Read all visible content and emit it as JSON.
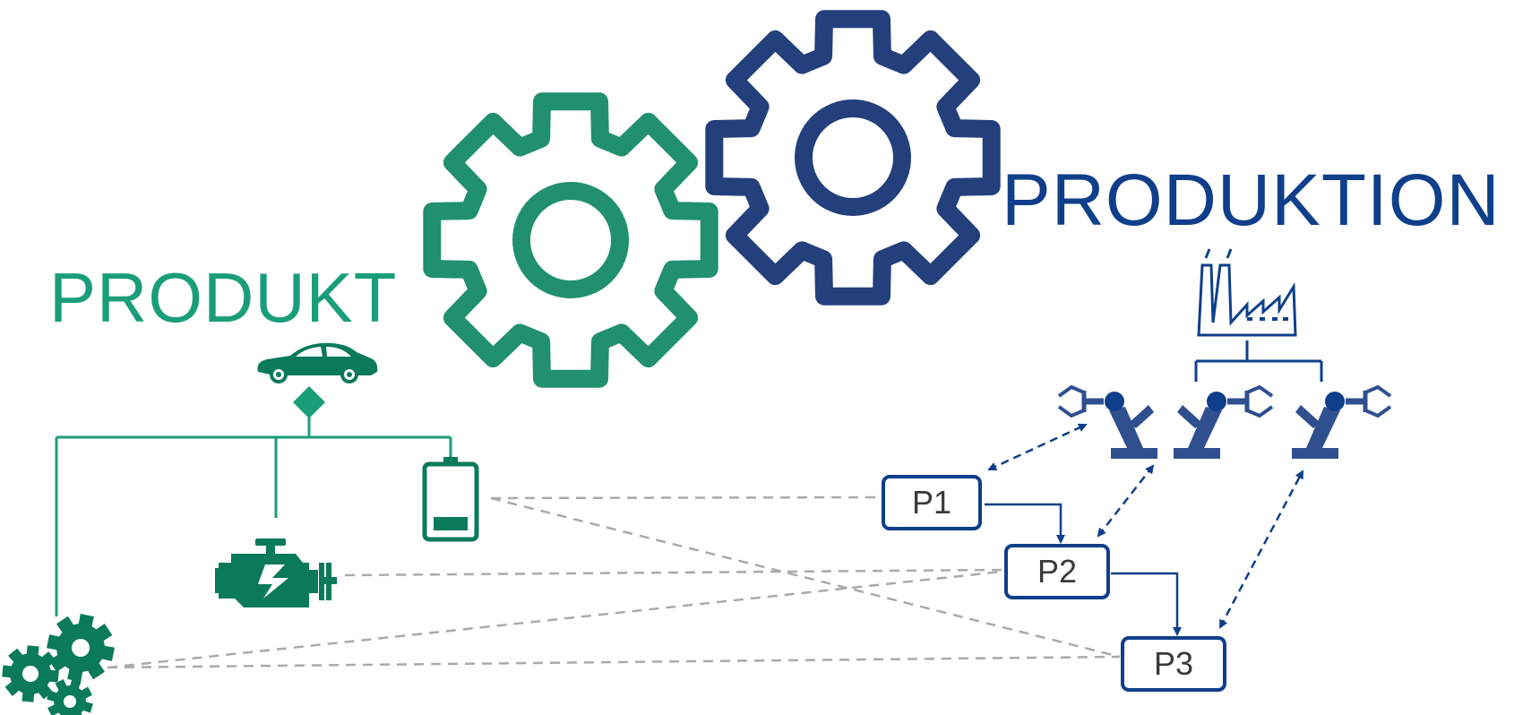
{
  "labels": {
    "produkt": "PRODUKT",
    "produktion": "PRODUKTION"
  },
  "processes": {
    "p1": "P1",
    "p2": "P2",
    "p3": "P3"
  },
  "colors": {
    "product_green": "#1a9e7a",
    "product_dark_green": "#0a7a5a",
    "production_blue": "#0f3f8a",
    "gear_navy": "#233f7c",
    "gear_teal": "#21906f",
    "dashed_gray": "#aaaaaa"
  },
  "icons": [
    "gear-large-teal-icon",
    "gear-large-navy-icon",
    "car-icon",
    "battery-icon",
    "engine-icon",
    "gears-cluster-icon",
    "factory-icon",
    "robot-arm-icon"
  ]
}
